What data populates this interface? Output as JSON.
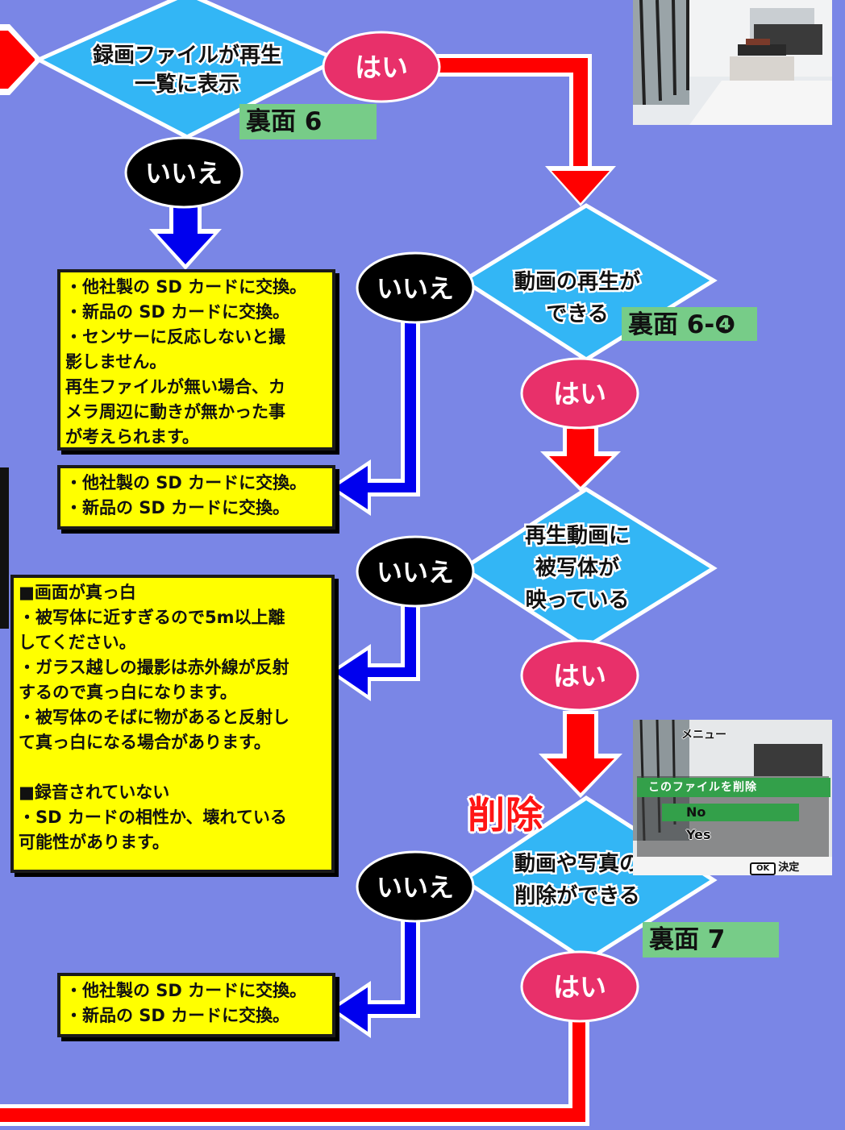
{
  "nodes": {
    "d1": {
      "lines": [
        "録画ファイルが再生",
        "一覧に表示"
      ]
    },
    "d2": {
      "lines": [
        "動画の再生が",
        "できる"
      ]
    },
    "d3": {
      "lines": [
        "再生動画に",
        "被写体が",
        "映っている"
      ]
    },
    "d4": {
      "lines": [
        "動画や写真の",
        "削除ができる"
      ]
    }
  },
  "labels": {
    "yes": "はい",
    "no": "いいえ"
  },
  "refs": {
    "r1": "裏面 6",
    "r2": "裏面 6-❹",
    "r3": "裏面 7"
  },
  "delete_label": "削除",
  "boxes": {
    "b1": [
      "・他社製の SD カードに交換。",
      "・新品の SD カードに交換。",
      "・センサーに反応しないと撮",
      "影しません。",
      "再生ファイルが無い場合、カ",
      "メラ周辺に動きが無かった事",
      "が考えられます。"
    ],
    "b2": [
      "・他社製の SD カードに交換。",
      "・新品の SD カードに交換。"
    ],
    "b3": [
      "■画面が真っ白",
      "・被写体に近すぎるので5m以上離",
      "してください。",
      "・ガラス越しの撮影は赤外線が反射",
      "するので真っ白になります。",
      "・被写体のそばに物があると反射し",
      "て真っ白になる場合があります。",
      "",
      "■録音されていない",
      "・SD カードの相性か、壊れている",
      "可能性があります。"
    ],
    "b4": [
      "・他社製の SD カードに交換。",
      "・新品の SD カードに交換。"
    ]
  },
  "menu_screen": {
    "title": "メニュー",
    "item": "このファイルを削除",
    "options": [
      "No",
      "Yes"
    ],
    "ok_key": "OK",
    "ok_label": "決定"
  },
  "colors": {
    "background": "#7a86e6",
    "diamond": "#33b6f5",
    "yes_oval": "#e8306a",
    "no_oval": "#000000",
    "yes_arrow": "#ff0000",
    "no_arrow": "#0000ee",
    "note_box": "#ffff00",
    "ref_tag": "#77cc88"
  }
}
